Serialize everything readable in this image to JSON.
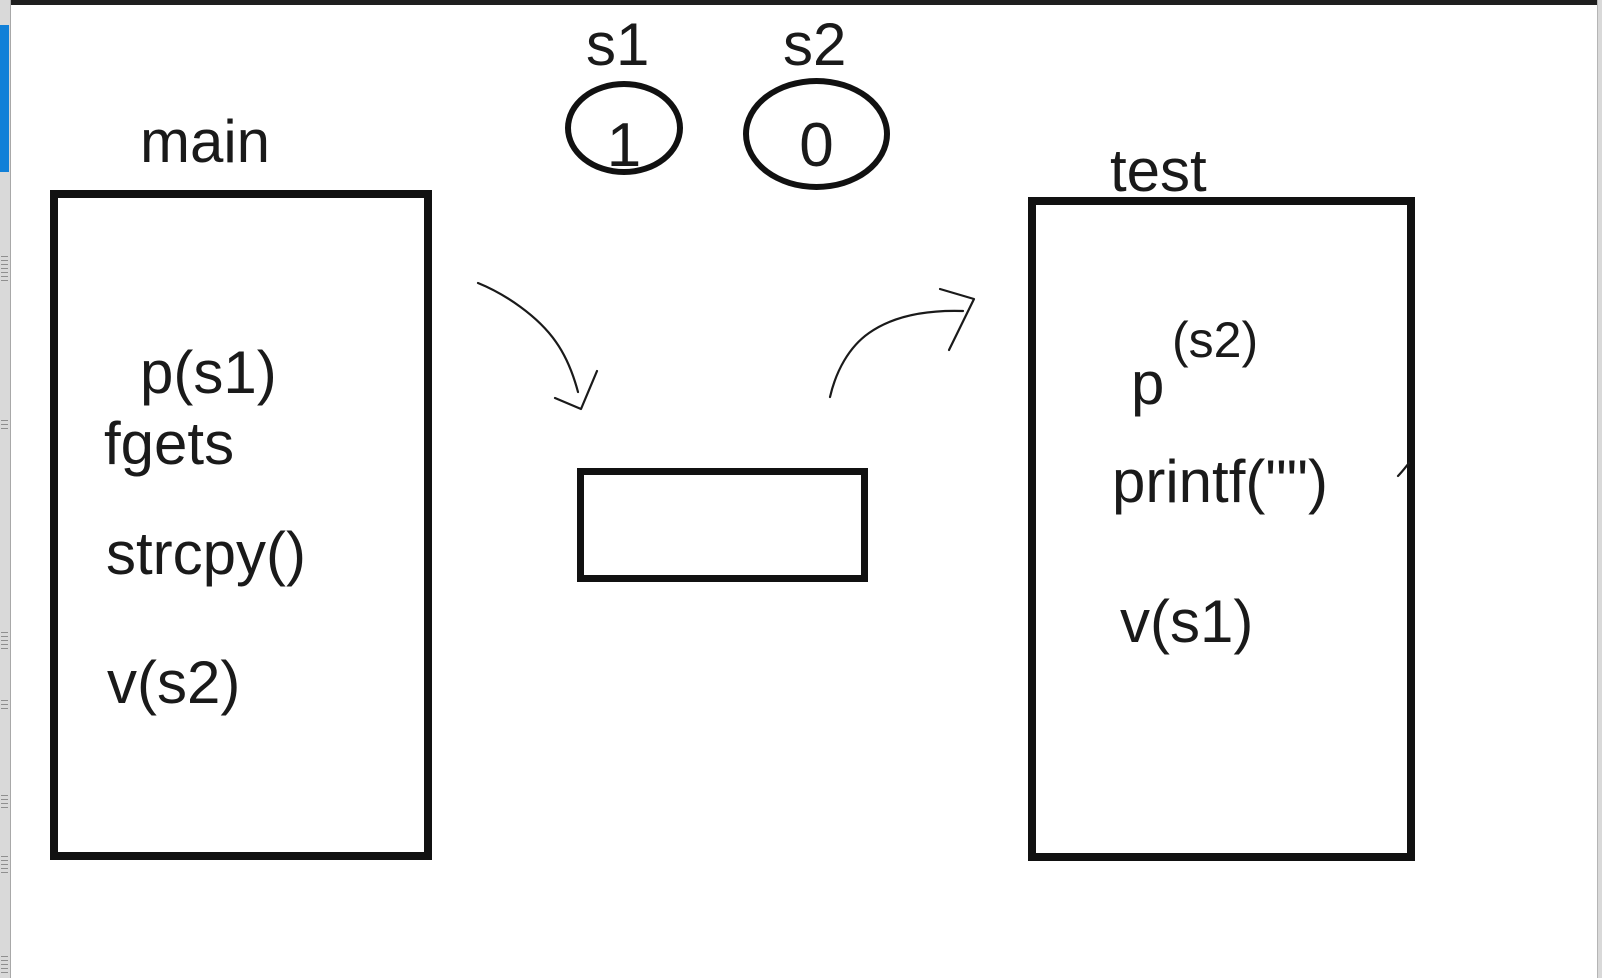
{
  "colors": {
    "accent_blue": "#1180d8",
    "ink_black": "#1a1a1a",
    "edge_gray": "#d9d9d9"
  },
  "semaphores": [
    {
      "name": "s1",
      "value": "1"
    },
    {
      "name": "s2",
      "value": "0"
    }
  ],
  "main_box": {
    "title": "main",
    "lines": [
      "p(s1)",
      "fgets",
      "strcpy()",
      "v(s2)"
    ]
  },
  "buffer_box": {
    "label": ""
  },
  "test_box": {
    "title": "test",
    "p_call": {
      "base": "p",
      "sup": "(s2)"
    },
    "lines": [
      "printf(\"\")",
      "v(s1)"
    ]
  }
}
